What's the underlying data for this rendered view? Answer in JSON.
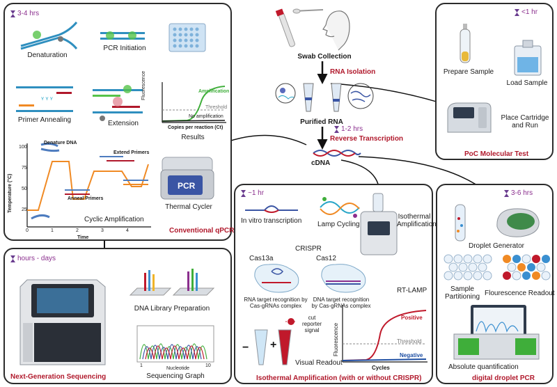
{
  "colors": {
    "accent_red": "#b0182b",
    "accent_purple": "#8b2f8e",
    "positive": "#c0192b",
    "negative": "#1e4fa3",
    "amplification": "#3fae3a",
    "cycle_line": "#f08a24"
  },
  "center": {
    "swab_collection": "Swab Collection",
    "rna_isolation": "RNA Isolation",
    "purified_rna": "Purified RNA",
    "time_1_2": "1-2 hrs",
    "reverse_transcription": "Reverse Transcription",
    "cdna": "cDNA"
  },
  "qpcr": {
    "time": "3-4 hrs",
    "pcr_initiation": "PCR Initiation",
    "denaturation": "Denaturation",
    "primer_annealing": "Primer Annealing",
    "extension": "Extension",
    "results": "Results",
    "amplification": "Amplification",
    "threshold": "Threshold",
    "no_amplification": "No amplification",
    "fluorescence": "Fluorescence",
    "copies_axis": "Copies per reaction (Ct)",
    "denature_dna": "Denature DNA",
    "extend_primers": "Extend Primers",
    "anneal_primers": "Anneal Primers",
    "temp_axis": "Temperature (°C)",
    "time_axis": "Time",
    "cyclic_amplification": "Cyclic Amplification",
    "thermal_cycler": "Thermal Cycler",
    "pcr_screen": "PCR",
    "title": "Conventional qPCR",
    "yticks": [
      "100",
      "75",
      "50",
      "25"
    ],
    "xticks": [
      "0",
      "1",
      "2",
      "3",
      "4"
    ]
  },
  "poc": {
    "time": "<1 hr",
    "prepare_sample": "Prepare Sample",
    "load_sample": "Load Sample",
    "place_run": "Place Cartridge and Run",
    "title": "PoC Molecular Test"
  },
  "ngs": {
    "time": "hours - days",
    "library_prep": "DNA Library Preparation",
    "sequencing_graph": "Sequencing Graph",
    "nucleotide": "Nucleotide",
    "tick_start": "1",
    "tick_end": "10",
    "title": "Next-Generation Sequencing"
  },
  "iso": {
    "time": "~1 hr",
    "in_vitro": "In vitro transcription",
    "lamp_cycling": "Lamp Cycling",
    "isothermal_amp": "Isothermal Amplification",
    "crispr": "CRISPR",
    "cas13a": "Cas13a",
    "cas12": "Cas12",
    "rna_target": "RNA target recognition by Cas-gRNAs complex",
    "dna_target": "DNA target recognition by Cas-gRNAs complex",
    "rt_lamp": "RT-LAMP",
    "cut_reporter": "cut reporter signal",
    "minus": "−",
    "plus": "+",
    "visual_readout": "Visual Readout",
    "positive": "Positive",
    "threshold": "Threshold",
    "negative": "Negative",
    "fluorescence": "Fluorescence",
    "cycles": "Cycles",
    "title": "Isothermal Amplification (with or without CRISPR)"
  },
  "ddpcr": {
    "time": "3-6 hrs",
    "droplet_generator": "Droplet Generator",
    "sample_partitioning": "Sample Partitioning",
    "fluorescence_readout": "Flourescence Readout",
    "absolute_quant": "Absolute quantification",
    "title": "digital droplet PCR"
  }
}
